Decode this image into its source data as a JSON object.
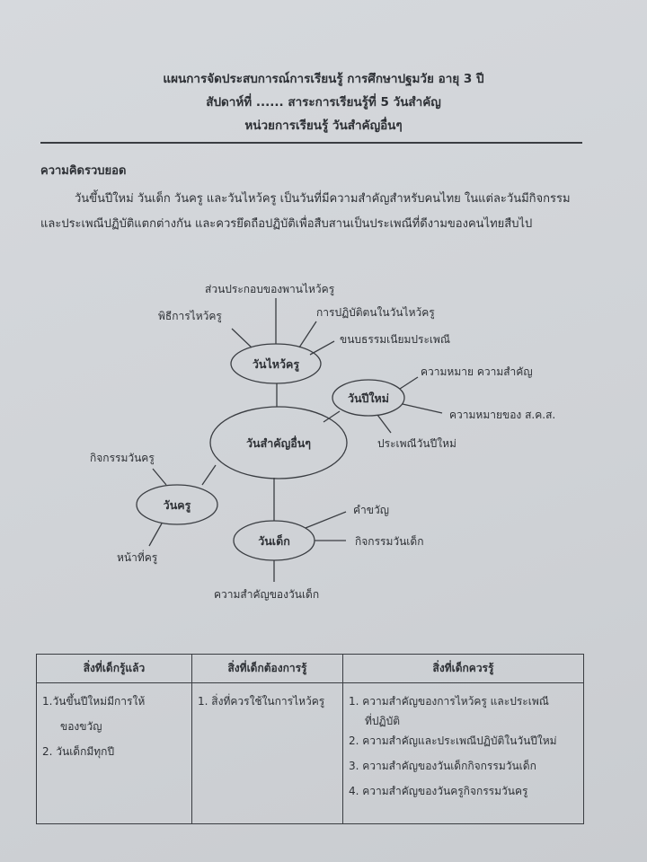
{
  "header": {
    "line1": "แผนการจัดประสบการณ์การเรียนรู้  การศึกษาปฐมวัย อายุ 3 ปี",
    "line2": "สัปดาห์ที่ ......   สาระการเรียนรู้ที่ 5 วันสำคัญ",
    "line3": "หน่วยการเรียนรู้   วันสำคัญอื่นๆ"
  },
  "concept": {
    "heading": "ความคิดรวบยอด",
    "line1": "วันขึ้นปีใหม่ วันเด็ก วันครู และวันไหว้ครู เป็นวันที่มีความสำคัญสำหรับคนไทย ในแต่ละวันมีกิจกรรม",
    "line2": "และประเพณีปฏิบัติแตกต่างกัน และควรยึดถือปฏิบัติเพื่อสืบสานเป็นประเพณีที่ดีงามของคนไทยสืบไป"
  },
  "diagram": {
    "center": "วันสำคัญอื่นๆ",
    "wai_khru": {
      "label": "วันไหว้ครู",
      "items": [
        "ส่วนประกอบของพานไหว้ครู",
        "พิธีการไหว้ครู",
        "การปฏิบัติตนในวันไหว้ครู",
        "ขนบธรรมเนียมประเพณี"
      ]
    },
    "new_year": {
      "label": "วันปีใหม่",
      "items": [
        "ความหมาย ความสำคัญ",
        "ความหมายของ ส.ค.ส.",
        "ประเพณีวันปีใหม่"
      ]
    },
    "teacher": {
      "label": "วันครู",
      "items": [
        "กิจกรรมวันครู",
        "หน้าที่ครู"
      ]
    },
    "children": {
      "label": "วันเด็ก",
      "items": [
        "คำขวัญ",
        "กิจกรรมวันเด็ก",
        "ความสำคัญของวันเด็ก"
      ]
    }
  },
  "table": {
    "headers": [
      "สิ่งที่เด็กรู้แล้ว",
      "สิ่งที่เด็กต้องการรู้",
      "สิ่งที่เด็กควรรู้"
    ],
    "col1": [
      "1.วันขึ้นปีใหม่มีการให้",
      "ของขวัญ",
      "2. วันเด็กมีทุกปี"
    ],
    "col2": [
      "1. สิ่งที่ควรใช้ในการไหว้ครู"
    ],
    "col3": [
      "1. ความสำคัญของการไหว้ครู และประเพณี",
      "ที่ปฏิบัติ",
      "2. ความสำคัญและประเพณีปฏิบัติในวันปีใหม่",
      "3. ความสำคัญของวันเด็กกิจกรรมวันเด็ก",
      "4. ความสำคัญของวันครูกิจกรรมวันครู"
    ]
  }
}
